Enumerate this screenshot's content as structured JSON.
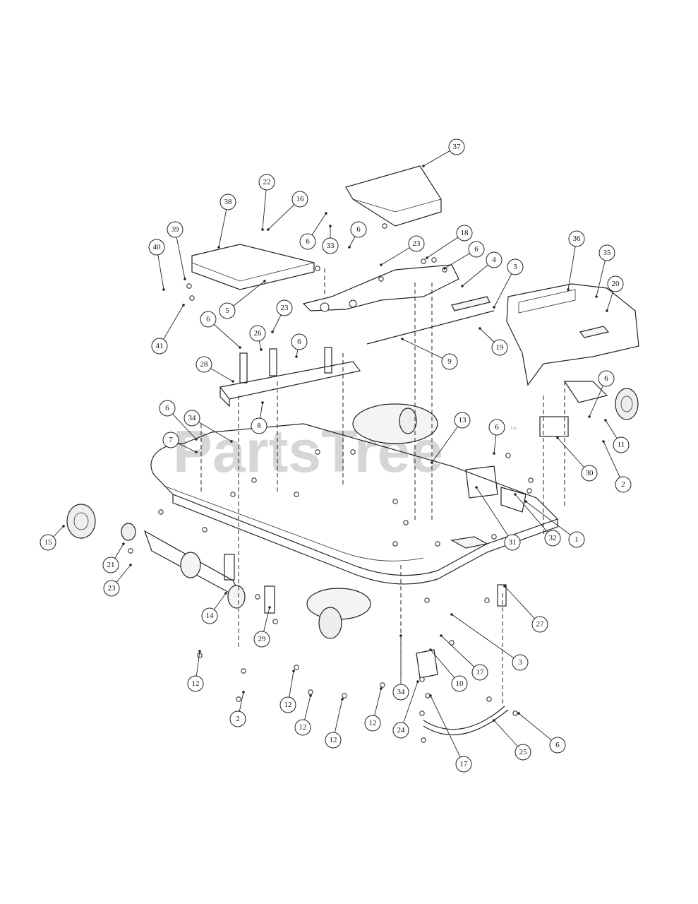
{
  "watermark": {
    "text": "PartsTree",
    "trademark": "™"
  },
  "callouts": [
    {
      "id": "c37a",
      "label": "37"
    },
    {
      "id": "c22",
      "label": "22"
    },
    {
      "id": "c16",
      "label": "16"
    },
    {
      "id": "c38",
      "label": "38"
    },
    {
      "id": "c39",
      "label": "39"
    },
    {
      "id": "c40",
      "label": "40"
    },
    {
      "id": "c6a",
      "label": "6"
    },
    {
      "id": "c33",
      "label": "33"
    },
    {
      "id": "c6b",
      "label": "6"
    },
    {
      "id": "c18",
      "label": "18"
    },
    {
      "id": "c23a",
      "label": "23"
    },
    {
      "id": "c6c",
      "label": "6"
    },
    {
      "id": "c36",
      "label": "36"
    },
    {
      "id": "c35",
      "label": "35"
    },
    {
      "id": "c4",
      "label": "4"
    },
    {
      "id": "c3a",
      "label": "3"
    },
    {
      "id": "c20",
      "label": "20"
    },
    {
      "id": "c5",
      "label": "5"
    },
    {
      "id": "c41",
      "label": "41"
    },
    {
      "id": "c6d",
      "label": "6"
    },
    {
      "id": "c26",
      "label": "26"
    },
    {
      "id": "c23b",
      "label": "23"
    },
    {
      "id": "c6e",
      "label": "6"
    },
    {
      "id": "c19",
      "label": "19"
    },
    {
      "id": "c9",
      "label": "9"
    },
    {
      "id": "c28",
      "label": "28"
    },
    {
      "id": "c6f",
      "label": "6"
    },
    {
      "id": "c34a",
      "label": "34"
    },
    {
      "id": "c8",
      "label": "8"
    },
    {
      "id": "c7",
      "label": "7"
    },
    {
      "id": "c13",
      "label": "13"
    },
    {
      "id": "c6g",
      "label": "6"
    },
    {
      "id": "c6h",
      "label": "6"
    },
    {
      "id": "c11",
      "label": "11"
    },
    {
      "id": "c30",
      "label": "30"
    },
    {
      "id": "c2a",
      "label": "2"
    },
    {
      "id": "c15",
      "label": "15"
    },
    {
      "id": "c21",
      "label": "21"
    },
    {
      "id": "c23c",
      "label": "23"
    },
    {
      "id": "c31",
      "label": "31"
    },
    {
      "id": "c32",
      "label": "32"
    },
    {
      "id": "c1",
      "label": "1"
    },
    {
      "id": "c14",
      "label": "14"
    },
    {
      "id": "c29",
      "label": "29"
    },
    {
      "id": "c27",
      "label": "27"
    },
    {
      "id": "c3b",
      "label": "3"
    },
    {
      "id": "c17a",
      "label": "17"
    },
    {
      "id": "c10",
      "label": "10"
    },
    {
      "id": "c34b",
      "label": "34"
    },
    {
      "id": "c12a",
      "label": "12"
    },
    {
      "id": "c2b",
      "label": "2"
    },
    {
      "id": "c12b",
      "label": "12"
    },
    {
      "id": "c12c",
      "label": "12"
    },
    {
      "id": "c12d",
      "label": "12"
    },
    {
      "id": "c12e",
      "label": "12"
    },
    {
      "id": "c24",
      "label": "24"
    },
    {
      "id": "c6i",
      "label": "6"
    },
    {
      "id": "c25",
      "label": "25"
    },
    {
      "id": "c17b",
      "label": "17"
    }
  ]
}
